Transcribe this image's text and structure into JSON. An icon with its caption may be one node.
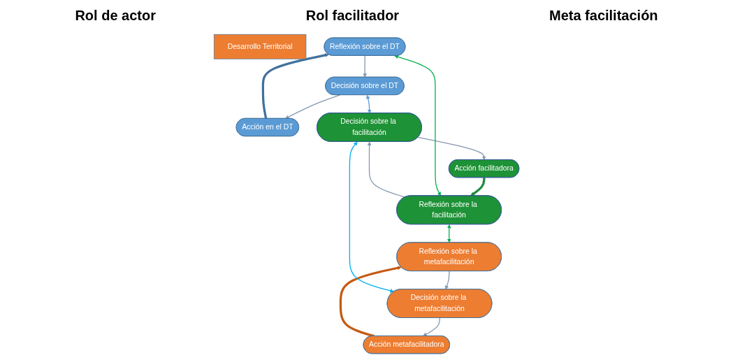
{
  "diagram": {
    "nodes": [
      {
        "text": [
          "Desarrollo Territorial"
        ]
      },
      {
        "text": [
          "Reflexión sobre el DT"
        ]
      },
      {
        "text": [
          "Decisión sobre el DT"
        ]
      },
      {
        "text": [
          "Acción en el DT"
        ]
      },
      {
        "text": [
          "Reflexión sobre la facilitación"
        ]
      },
      {
        "text": [
          "Decisión sobre la facilitación"
        ]
      },
      {
        "text": [
          "Acción facilitadora"
        ]
      },
      {
        "text": [
          "Reflexión sobre la metafacilitación"
        ]
      },
      {
        "text": [
          "Decisión sobre la metafacilitación"
        ]
      },
      {
        "text": [
          "Acción metafacilitadora"
        ]
      }
    ],
    "edges": [
      {
        "from": 1,
        "to": 2,
        "arrow": "to"
      },
      {
        "from": 2,
        "to": 3,
        "arrow": "to"
      },
      {
        "from": 3,
        "to": 1,
        "arrow": "to",
        "style": "thick",
        "color": "#41719c"
      },
      {
        "from": 4,
        "to": 5,
        "arrow": "to"
      },
      {
        "from": 5,
        "to": 6,
        "arrow": "to"
      },
      {
        "from": 6,
        "to": 4,
        "arrow": "to",
        "style": "thick",
        "color": "#1e8c3a"
      },
      {
        "from": 7,
        "to": 8,
        "arrow": "to"
      },
      {
        "from": 8,
        "to": 9,
        "arrow": "to"
      },
      {
        "from": 9,
        "to": 7,
        "arrow": "to",
        "style": "thick",
        "color": "#c55a11"
      },
      {
        "from": 1,
        "to": 4,
        "arrow": "both",
        "color": "#00b050"
      },
      {
        "from": 2,
        "to": 5,
        "arrow": "both",
        "color": "#5b9bd5"
      },
      {
        "from": 4,
        "to": 7,
        "arrow": "both",
        "color": "#00b050"
      },
      {
        "from": 5,
        "to": 8,
        "arrow": "both",
        "color": "#00b0f0"
      }
    ],
    "labels": [
      "Rol de actor",
      "Rol facilitador",
      "Meta facilitación"
    ]
  }
}
